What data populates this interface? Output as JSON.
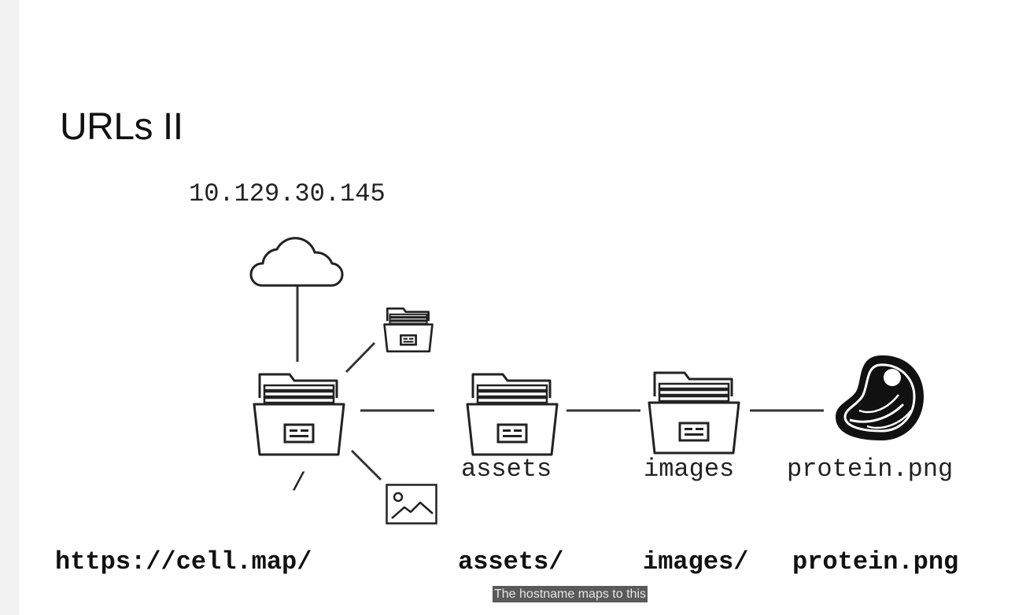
{
  "slide": {
    "title": "URLs II"
  },
  "diagram": {
    "ip_address": "10.129.30.145",
    "root_label": "/",
    "nodes": [
      {
        "label": "assets",
        "icon": "folder-icon"
      },
      {
        "label": "images",
        "icon": "folder-icon"
      },
      {
        "label": "protein.png",
        "icon": "protein-icon"
      }
    ],
    "icons": [
      "cloud-icon",
      "folder-icon",
      "image-file-icon",
      "protein-icon"
    ]
  },
  "url": {
    "host": "https://cell.map/",
    "segment_1": "assets/",
    "segment_2": "images/",
    "file": "protein.png"
  },
  "caption": "The hostname maps to this"
}
